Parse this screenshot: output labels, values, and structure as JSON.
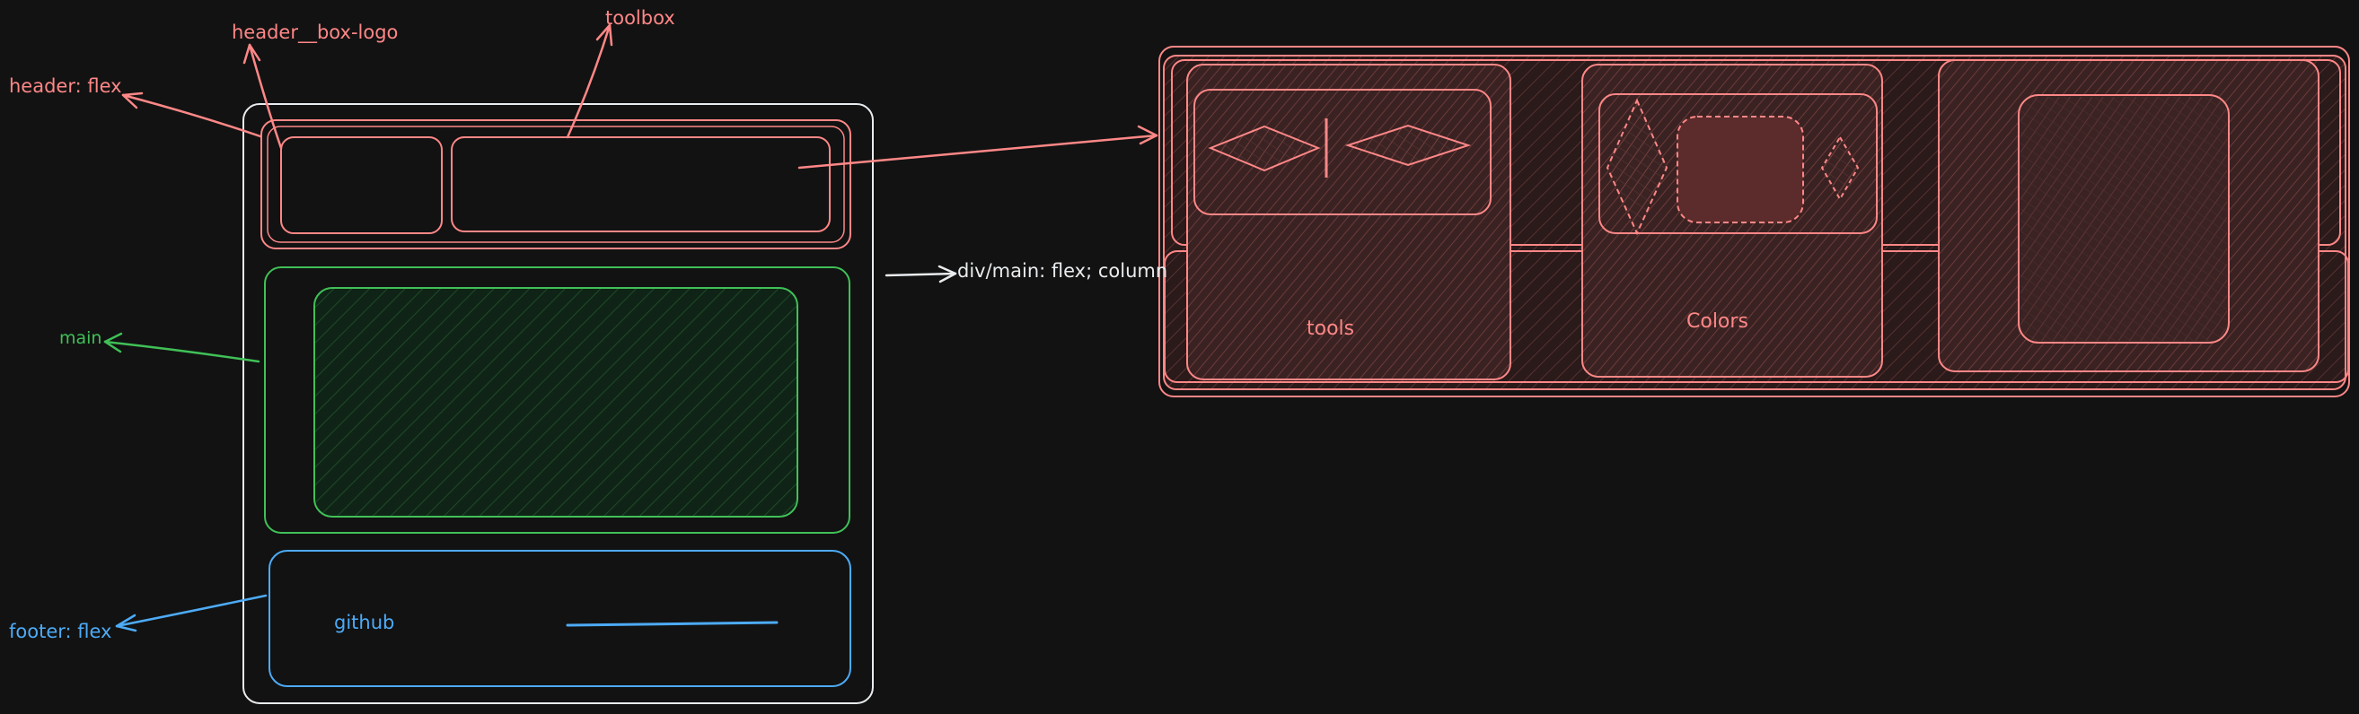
{
  "labels": {
    "header_box_logo": "header__box-logo",
    "toolbox": "toolbox",
    "header": "header: flex",
    "main": "main",
    "footer": "footer: flex",
    "div_main": "div/main: flex; column",
    "github": "github",
    "tools": "tools",
    "colors": "Colors"
  },
  "colors": {
    "background": "#121212",
    "red": "#ff8787",
    "green": "#40c057",
    "blue": "#4dabf7",
    "white": "#e9ecef",
    "red_fill": "#5c2b2b",
    "green_fill": "#0f2a16"
  }
}
